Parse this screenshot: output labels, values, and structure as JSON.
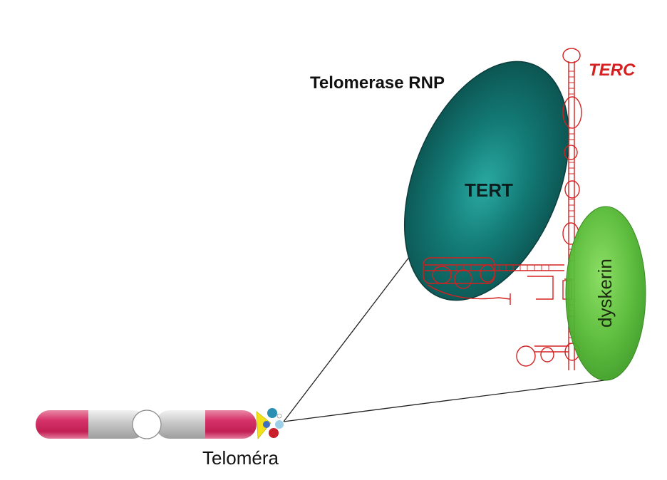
{
  "labels": {
    "rnp_title": "Telomerase RNP",
    "terc": "TERC",
    "tert": "TERT",
    "dyskerin": "dyskerin",
    "telomere": "Teloméra"
  },
  "colors": {
    "tert_fill": "#0d5a57",
    "tert_highlight": "#1f9a94",
    "terc_rna": "#d42020",
    "dyskerin_fill": "#4fb531",
    "dyskerin_highlight": "#7fd656",
    "chromosome_pink": "#d63a66",
    "chromosome_grey": "#c9c9c9",
    "line": "#222222"
  }
}
